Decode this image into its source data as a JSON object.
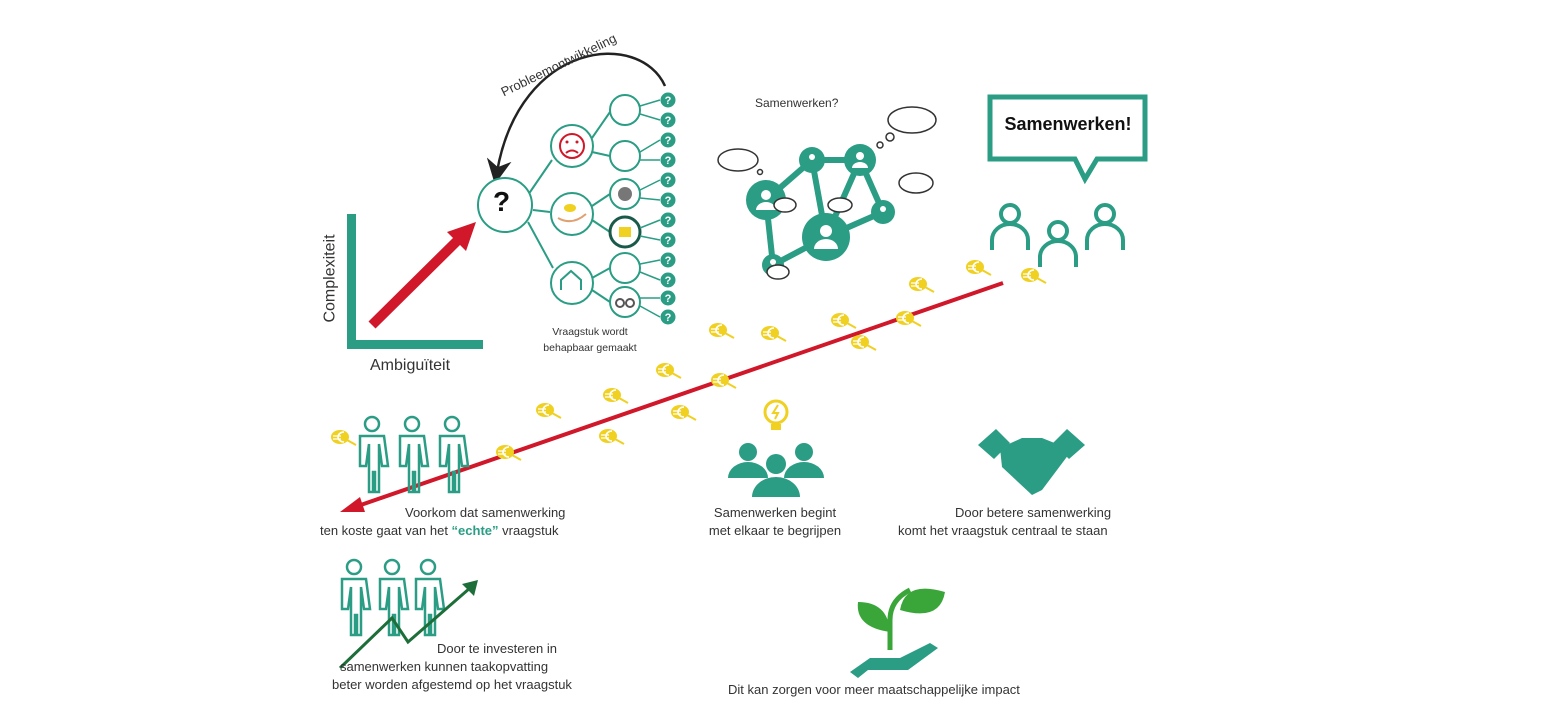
{
  "axis": {
    "y_label": "Complexiteit",
    "x_label": "Ambiguïteit"
  },
  "problem_tree": {
    "arc_label": "Probleemontwikkeling",
    "root_symbol": "?",
    "leaf_symbol": "?",
    "caption_line1": "Vraagstuk wordt",
    "caption_line2": "behapbaar gemaakt"
  },
  "network": {
    "caption": "Samenwerken?"
  },
  "speech": {
    "text": "Samenwerken!"
  },
  "captions": {
    "prevent_line1": "Voorkom dat  samenwerking",
    "prevent_line2_a": "ten koste gaat van het ",
    "prevent_line2_b": "“echte”",
    "prevent_line2_c": " vraagstuk",
    "begin_line1": "Samenwerken begint",
    "begin_line2": "met elkaar te begrijpen",
    "better_line1": "Door betere samenwerking",
    "better_line2": "komt het vraagstuk centraal te staan",
    "invest_line1": "Door te investeren in",
    "invest_line2": "samenwerken kunnen taakopvatting",
    "invest_line3": "beter worden afgestemd op het vraagstuk",
    "impact": "Dit kan zorgen voor meer maatschappelijke impact"
  },
  "colors": {
    "teal": "#2a9d84",
    "red": "#d0182a",
    "yellow": "#f0d020",
    "green": "#3aa63a"
  }
}
